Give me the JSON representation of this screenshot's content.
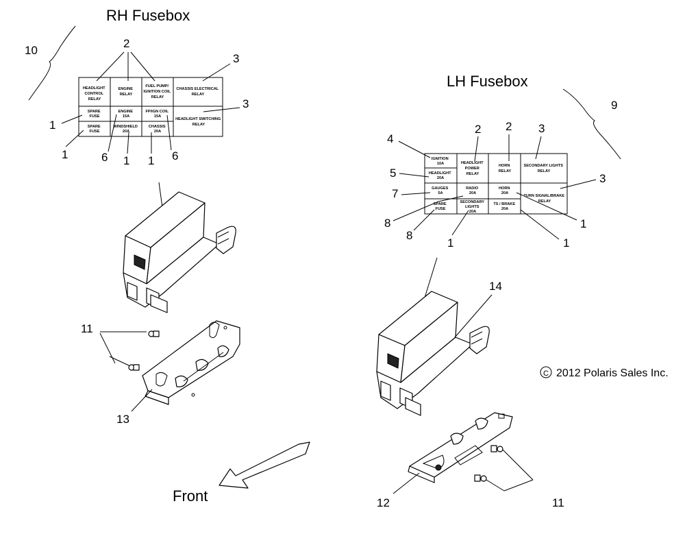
{
  "titles": {
    "rh": "RH Fusebox",
    "lh": "LH Fusebox",
    "front": "Front",
    "copyright": "2012 Polaris Sales Inc.",
    "copyright_symbol": "C"
  },
  "rh_table": {
    "headlight_control_relay": [
      "HEADLIGHT",
      "CONTROL",
      "RELAY"
    ],
    "engine_relay": [
      "ENGINE",
      "RELAY"
    ],
    "fuel_pump_relay": [
      "FUEL PUMP/",
      "IGNITION COIL",
      "RELAY"
    ],
    "chassis_electrical_relay": [
      "CHASSIS ELECTRICAL",
      "RELAY"
    ],
    "spare_fuse_1": [
      "SPARE",
      "FUSE"
    ],
    "engine_fuse": [
      "ENGINE",
      "15A"
    ],
    "fp_ign_coil_fuse": [
      "FP/IGN COIL",
      "15A"
    ],
    "headlight_switching_relay": [
      "HEADLIGHT SWITCHING",
      "RELAY"
    ],
    "spare_fuse_2": [
      "SPARE",
      "FUSE"
    ],
    "windshield_fuse": [
      "WINDSHIELD",
      "20A"
    ],
    "chassis_fuse": [
      "CHASSIS",
      "20A"
    ]
  },
  "lh_table": {
    "ignition_fuse": [
      "IGNITION",
      "10A"
    ],
    "headlight_power_relay": [
      "HEADLIGHT",
      "POWER",
      "RELAY"
    ],
    "horn_relay": [
      "HORN",
      "RELAY"
    ],
    "secondary_lights_relay": [
      "SECONDARY LIGHTS",
      "RELAY"
    ],
    "headlight_fuse": [
      "HEADLIGHT",
      "20A"
    ],
    "gauges_fuse": [
      "GAUGES",
      "5A"
    ],
    "radio_fuse": [
      "RADIO",
      "20A"
    ],
    "horn_fuse": [
      "HORN",
      "20A"
    ],
    "turn_signal_brake_relay": [
      "TURN SIGNAL/BRAKE",
      "RELAY"
    ],
    "spare_fuse": [
      "SPARE",
      "FUSE"
    ],
    "secondary_lights_fuse": [
      "SECONDARY",
      "LIGHTS",
      "20A"
    ],
    "ts_brake_fuse": [
      "TS / BRAKE",
      "20A"
    ]
  },
  "callouts": {
    "rh_10": "10",
    "rh_2": "2",
    "rh_3a": "3",
    "rh_3b": "3",
    "rh_1a": "1",
    "rh_1b": "1",
    "rh_6a": "6",
    "rh_1c": "1",
    "rh_1d": "1",
    "rh_6b": "6",
    "rh_11": "11",
    "rh_13": "13",
    "lh_9": "9",
    "lh_4": "4",
    "lh_2a": "2",
    "lh_2b": "2",
    "lh_3a": "3",
    "lh_5": "5",
    "lh_3b": "3",
    "lh_7": "7",
    "lh_8a": "8",
    "lh_1a": "1",
    "lh_8b": "8",
    "lh_1b": "1",
    "lh_1c": "1",
    "lh_14": "14",
    "lh_12": "12",
    "lh_11": "11"
  }
}
